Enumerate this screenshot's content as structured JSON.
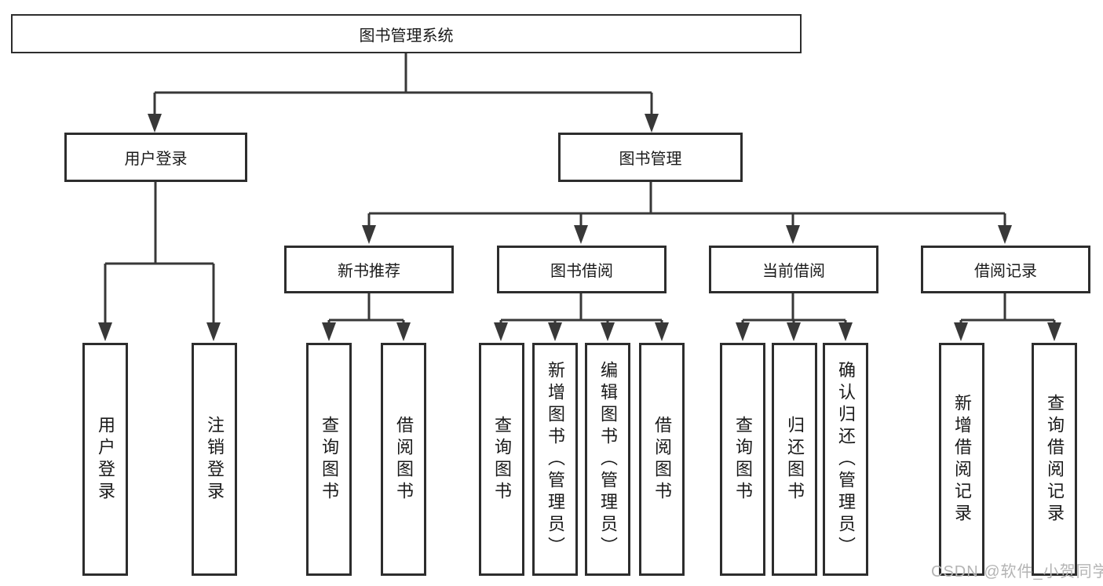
{
  "diagram": {
    "root": {
      "label": "图书管理系统"
    },
    "branches": [
      {
        "label": "用户登录",
        "children": [
          {
            "label": "用户登录"
          },
          {
            "label": "注销登录"
          }
        ]
      },
      {
        "label": "图书管理",
        "modules": [
          {
            "label": "新书推荐",
            "children": [
              {
                "label": "查询图书"
              },
              {
                "label": "借阅图书"
              }
            ]
          },
          {
            "label": "图书借阅",
            "children": [
              {
                "label": "查询图书"
              },
              {
                "label": "新增图书（管理员）"
              },
              {
                "label": "编辑图书（管理员）"
              },
              {
                "label": "借阅图书"
              }
            ]
          },
          {
            "label": "当前借阅",
            "children": [
              {
                "label": "查询图书"
              },
              {
                "label": "归还图书"
              },
              {
                "label": "确认归还（管理员）"
              }
            ]
          },
          {
            "label": "借阅记录",
            "children": [
              {
                "label": "新增借阅记录"
              },
              {
                "label": "查询借阅记录"
              }
            ]
          }
        ]
      }
    ]
  },
  "watermark": {
    "text": "CSDN @软件_小贺同学"
  },
  "colors": {
    "background": "#ffffff",
    "box_border": "#2d2d2d",
    "connector_line": "#383838",
    "text": "#1a1a1a",
    "watermark": "#b4b4b4"
  }
}
